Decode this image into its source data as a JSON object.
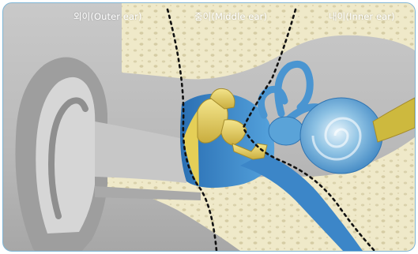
{
  "labels": {
    "outer_ear": "외이(Outer ear)",
    "middle_ear": "중이(Middle ear)",
    "inner_ear": "내이(Inner ear)"
  },
  "colors": {
    "background": "#bdbdbd",
    "bone": "#efe8c8",
    "ossicles": "#e7d36a",
    "canal_blue": "#3f8fd1",
    "cochlea": "#7fb7dc",
    "border": "#7fb6d6"
  }
}
